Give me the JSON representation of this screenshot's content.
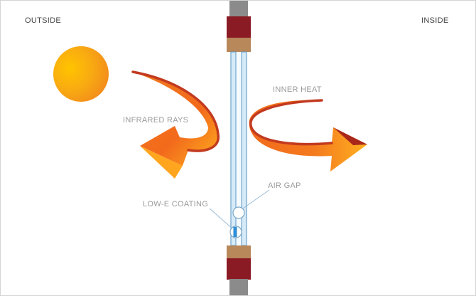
{
  "labels": {
    "outside": "OUTSIDE",
    "inside": "INSIDE",
    "infrared_rays": "INFRARED RAYS",
    "inner_heat": "INNER HEAT",
    "air_gap": "AIR GAP",
    "low_e_coating": "LOW-E COATING"
  },
  "colors": {
    "sun_inner": "#ffc400",
    "sun_outer": "#f28a1c",
    "arrow_light": "#ffb020",
    "arrow_mid": "#f26a1b",
    "arrow_dark": "#c23a1f",
    "frame_red": "#8a1a24",
    "frame_tan": "#b8875a",
    "pipe_gray": "#8b8b8b",
    "glass": "#cfe6f5",
    "glass_edge": "#5d98c4",
    "coating": "#2d8fd6"
  },
  "icons": {
    "sun": "sun-icon",
    "infrared_arrow": "curved-arrow-left-icon",
    "inner_heat_arrow": "curved-arrow-right-icon"
  }
}
